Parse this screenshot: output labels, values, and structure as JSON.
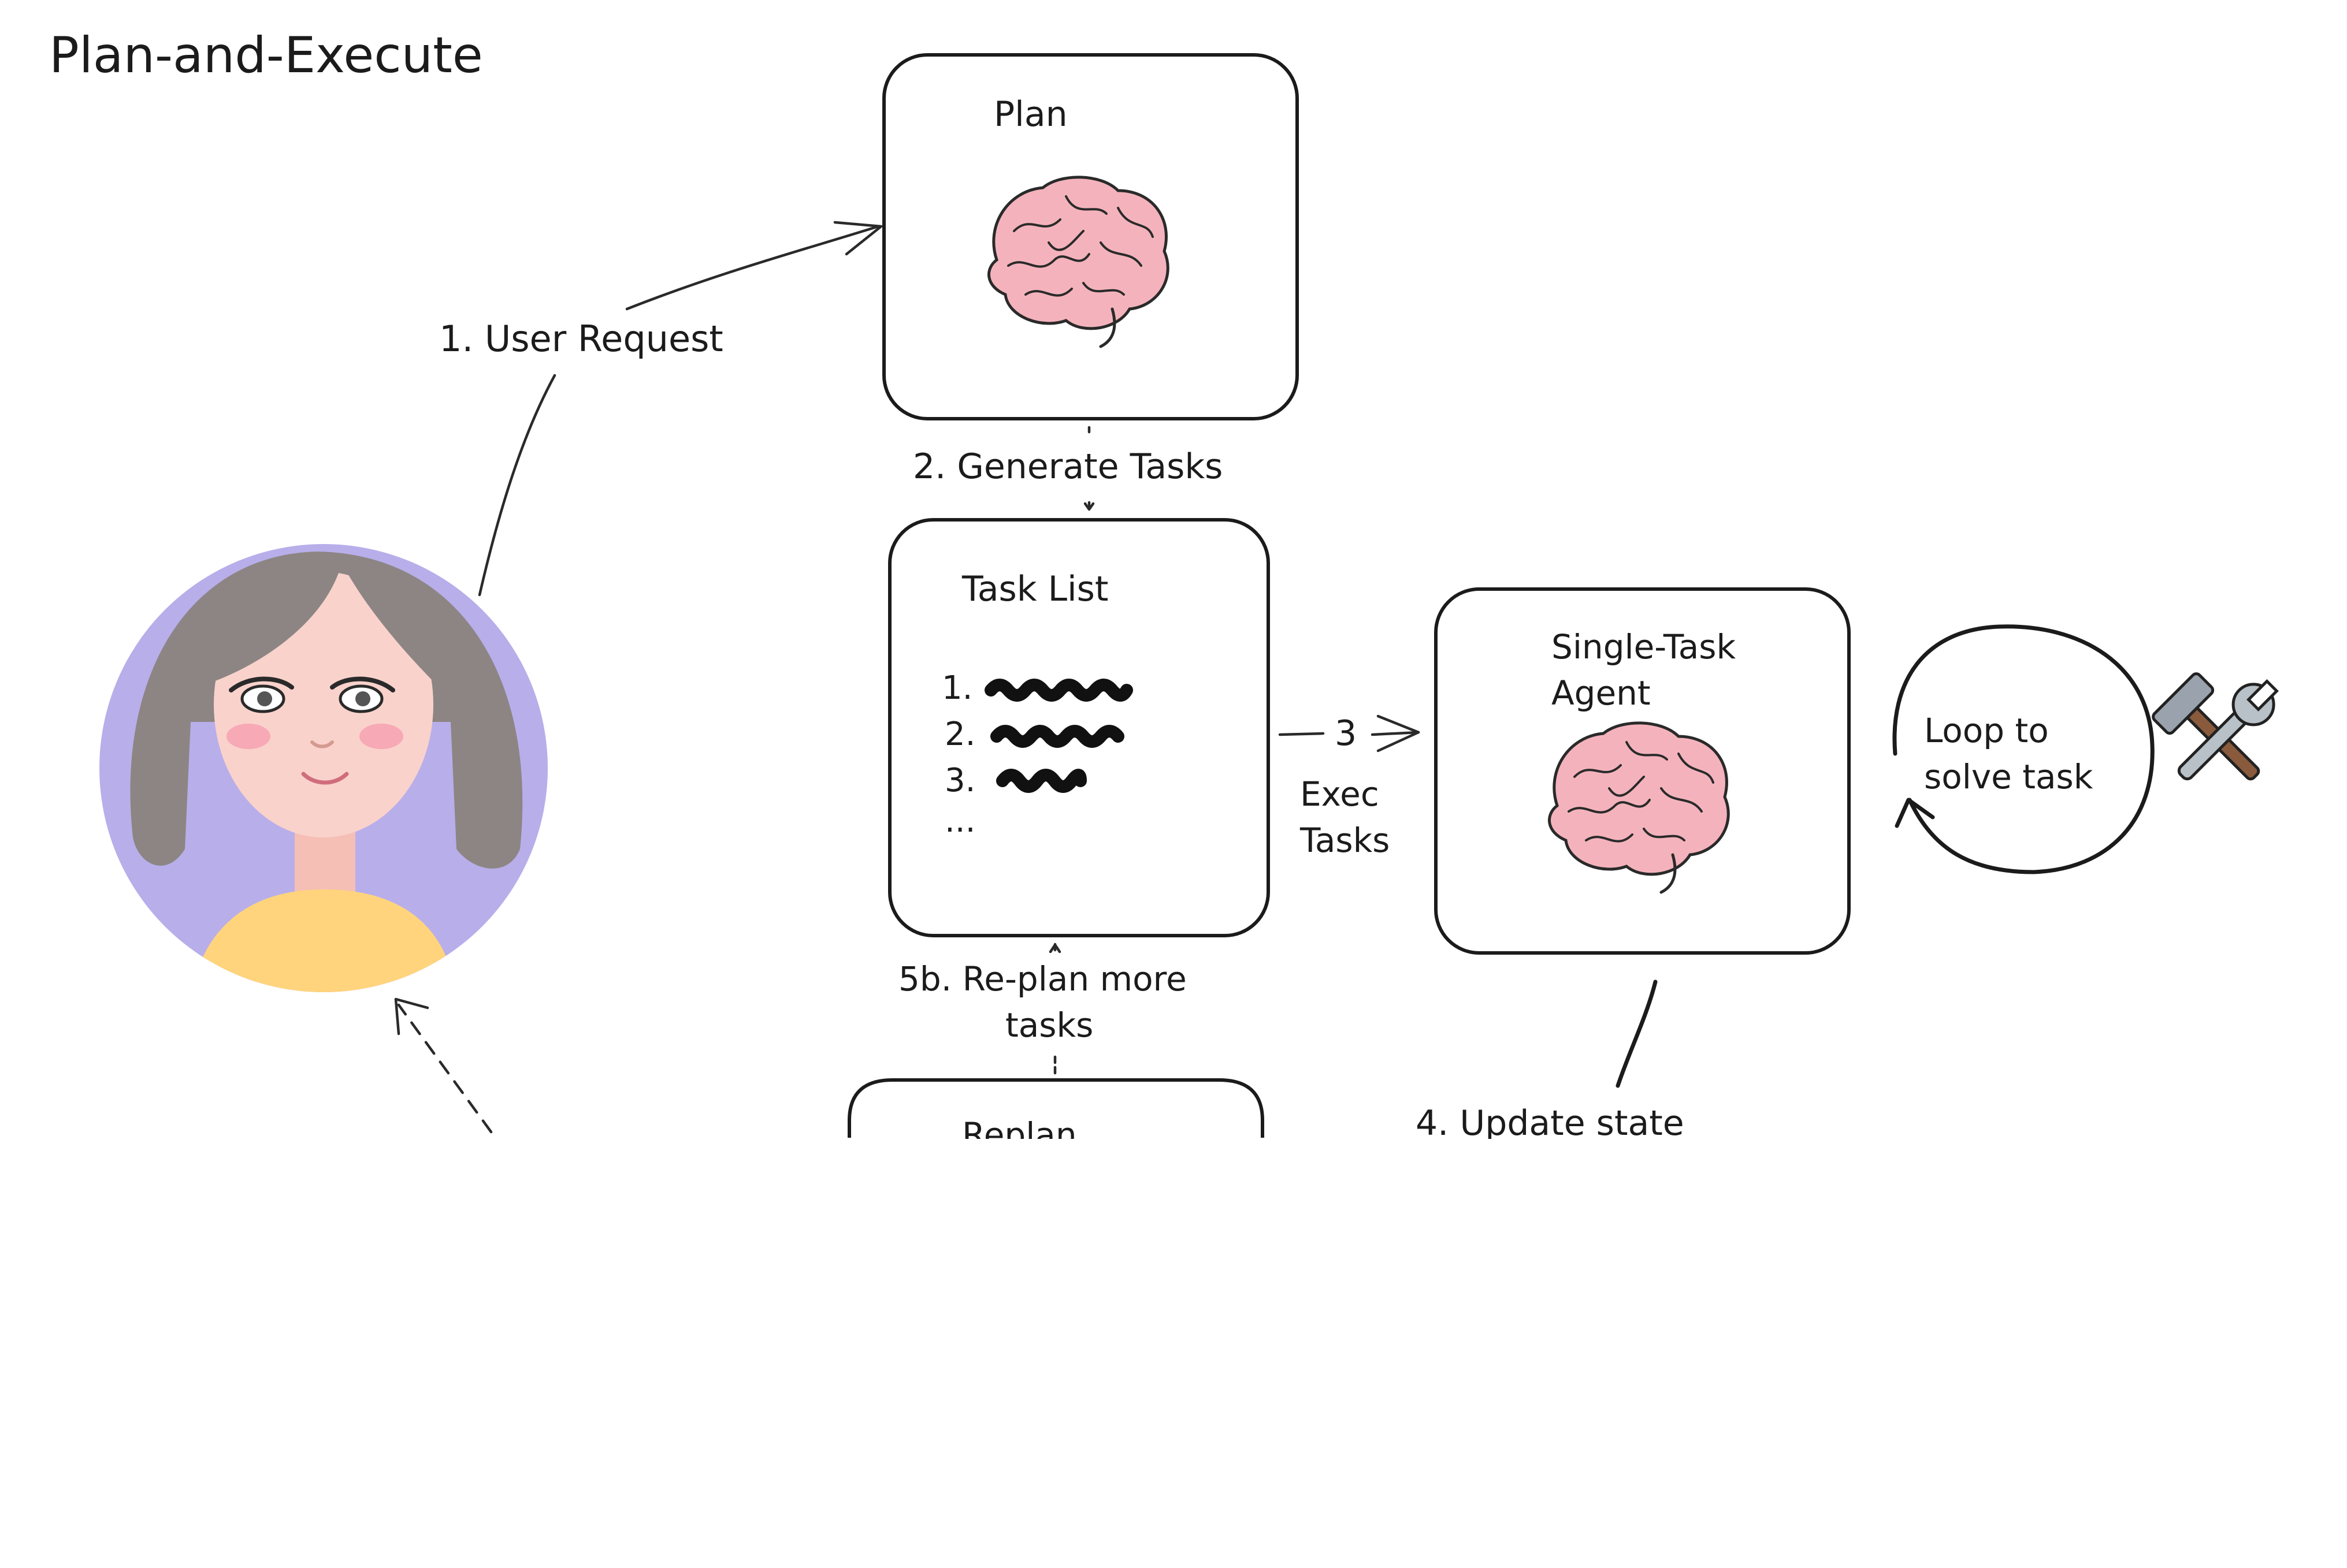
{
  "diagram": {
    "title": "Plan-and-Execute",
    "nodes": {
      "plan": {
        "label": "Plan",
        "icon": "brain-icon"
      },
      "task_list": {
        "label": "Task List",
        "items": [
          "1.",
          "2.",
          "3.",
          "..."
        ]
      },
      "agent": {
        "label_line1": "Single-Task",
        "label_line2": "Agent",
        "icon": "brain-icon"
      },
      "replan": {
        "label": "Replan"
      },
      "loop": {
        "label_line1": "Loop to",
        "label_line2": "solve task"
      },
      "tools": {
        "icon": "hammer-and-wrench-icon"
      },
      "user": {
        "icon": "user-avatar"
      }
    },
    "edges": {
      "user_request": "1. User Request",
      "generate_tasks": "2. Generate Tasks",
      "exec_number": "3",
      "exec_line1": "Exec",
      "exec_line2": "Tasks",
      "replan_line1": "5b. Re-plan more",
      "replan_line2": "tasks",
      "update_state": "4. Update state"
    },
    "colors": {
      "brain": "#f4b3bc",
      "avatar_bg": "#b8aeea",
      "hair": "#8c8583",
      "shirt": "#ffd47d",
      "skin": "#f9d2cb"
    }
  }
}
